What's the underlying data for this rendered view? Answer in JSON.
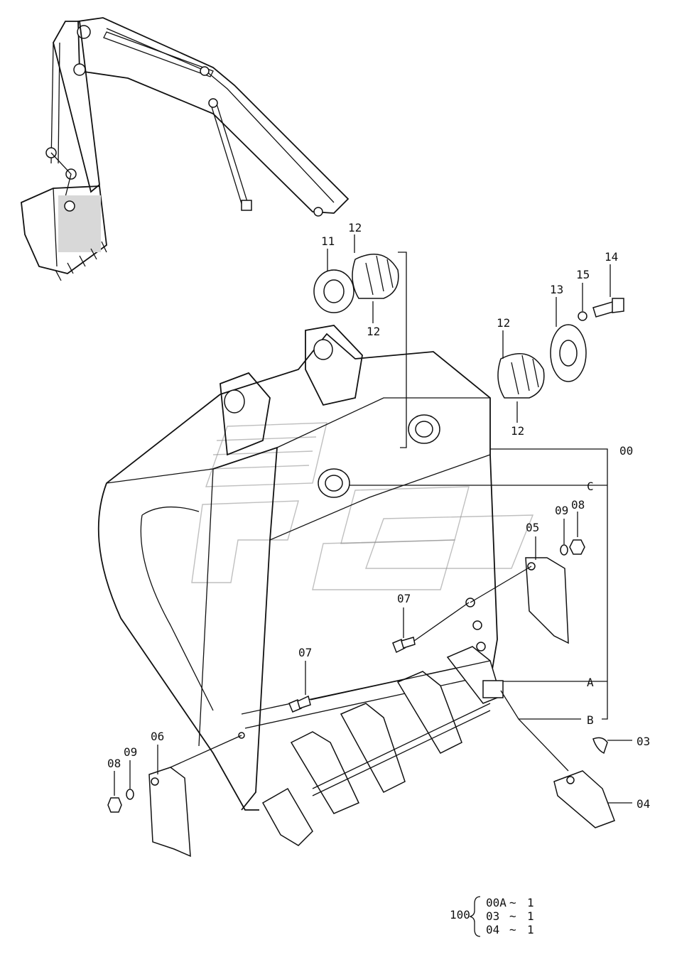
{
  "callouts": {
    "c11": "11",
    "c12a": "12",
    "c12b": "12",
    "c12c": "12",
    "c12d": "12",
    "c13": "13",
    "c14": "14",
    "c15": "15",
    "c00": "00",
    "cC": "C",
    "c09a": "09",
    "c08a": "08",
    "c05": "05",
    "c07a": "07",
    "c07b": "07",
    "cA": "A",
    "cB": "B",
    "c03": "03",
    "c04": "04",
    "c06": "06",
    "c09b": "09",
    "c08b": "08"
  },
  "kit": {
    "number": "100",
    "rows": [
      {
        "part": "00A",
        "sep": "~",
        "qty": "1"
      },
      {
        "part": "03",
        "sep": "~",
        "qty": "1"
      },
      {
        "part": "04",
        "sep": "~",
        "qty": "1"
      }
    ]
  },
  "icons": {
    "excavator_arm": "excavator-arm-overview",
    "bucket": "bucket-body",
    "watermark": "logo-watermark"
  }
}
